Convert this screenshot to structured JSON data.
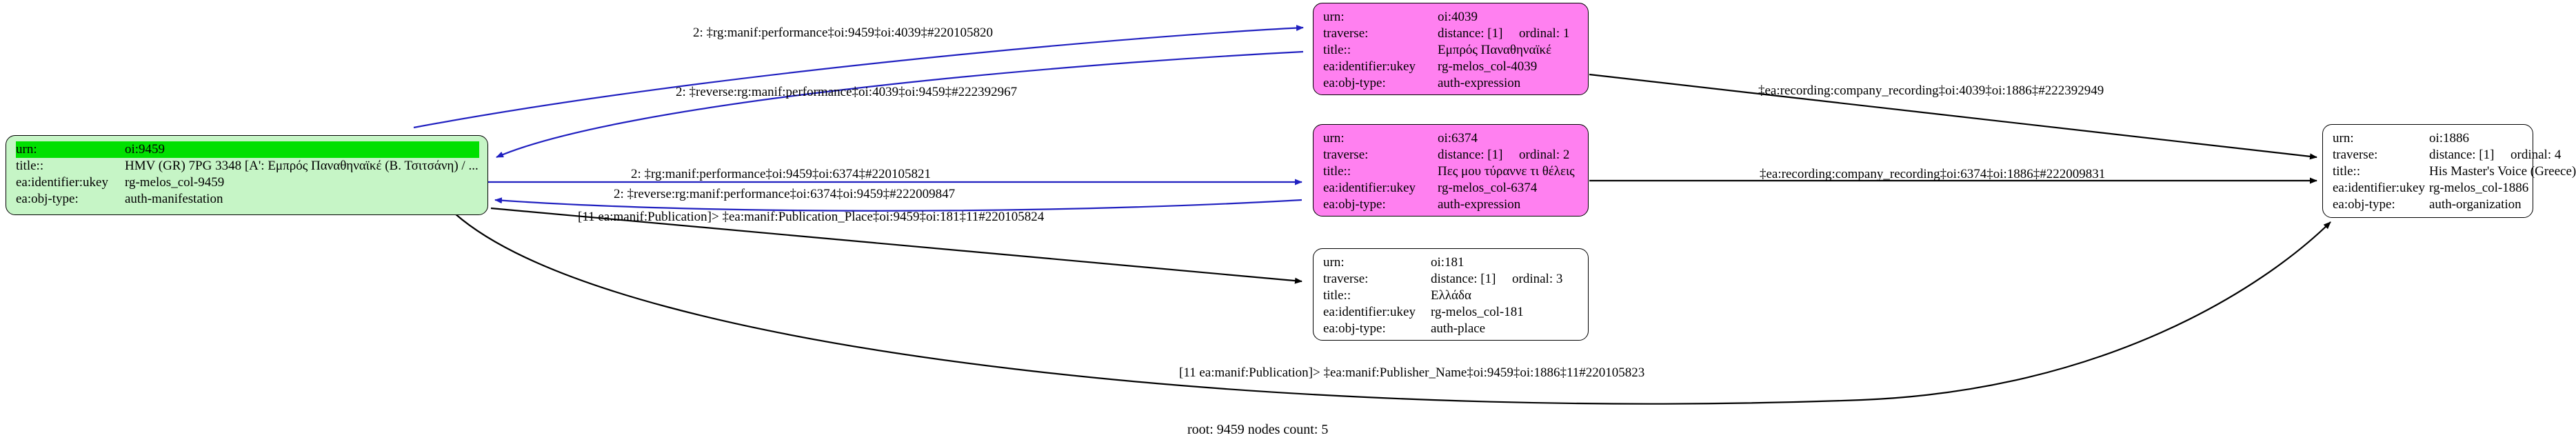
{
  "graph": {
    "root_caption": "root: 9459 nodes count: 5",
    "colors": {
      "edge_blue": "#2020c0",
      "edge_black": "#000000",
      "node_green_fill": "#c6f5c6",
      "node_green_highlight": "#00e000",
      "node_magenta_fill": "#ff80f0",
      "node_white_fill": "#ffffff",
      "border": "#000000"
    }
  },
  "nodes": {
    "manifestation": {
      "fields": [
        {
          "key": "urn:",
          "value": "oi:9459",
          "highlight": true
        },
        {
          "key": "title::",
          "value": "HMV (GR) 7PG 3348 [A': Εμπρός Παναθηναϊκέ (Β. Τσιτσάνη) / ..."
        },
        {
          "key": "ea:identifier:ukey",
          "value": "rg-melos_col-9459"
        },
        {
          "key": "ea:obj-type:",
          "value": "auth-manifestation"
        }
      ]
    },
    "expression_4039": {
      "fields": [
        {
          "key": "urn:",
          "value": "oi:4039"
        },
        {
          "key": "traverse:",
          "value": "distance: [1]",
          "value2": "ordinal: 1"
        },
        {
          "key": "title::",
          "value": "Εμπρός Παναθηναϊκέ"
        },
        {
          "key": "ea:identifier:ukey",
          "value": "rg-melos_col-4039"
        },
        {
          "key": "ea:obj-type:",
          "value": "auth-expression"
        }
      ]
    },
    "expression_6374": {
      "fields": [
        {
          "key": "urn:",
          "value": "oi:6374"
        },
        {
          "key": "traverse:",
          "value": "distance: [1]",
          "value2": "ordinal: 2"
        },
        {
          "key": "title::",
          "value": "Πες μου τύραννε τι θέλεις"
        },
        {
          "key": "ea:identifier:ukey",
          "value": "rg-melos_col-6374"
        },
        {
          "key": "ea:obj-type:",
          "value": "auth-expression"
        }
      ]
    },
    "place_181": {
      "fields": [
        {
          "key": "urn:",
          "value": "oi:181"
        },
        {
          "key": "traverse:",
          "value": "distance: [1]",
          "value2": "ordinal: 3"
        },
        {
          "key": "title::",
          "value": "Ελλάδα"
        },
        {
          "key": "ea:identifier:ukey",
          "value": "rg-melos_col-181"
        },
        {
          "key": "ea:obj-type:",
          "value": "auth-place"
        }
      ]
    },
    "organization_1886": {
      "fields": [
        {
          "key": "urn:",
          "value": "oi:1886"
        },
        {
          "key": "traverse:",
          "value": "distance: [1]",
          "value2": "ordinal: 4"
        },
        {
          "key": "title::",
          "value": "His Master's Voice (Greece)"
        },
        {
          "key": "ea:identifier:ukey",
          "value": "rg-melos_col-1886"
        },
        {
          "key": "ea:obj-type:",
          "value": "auth-organization"
        }
      ]
    }
  },
  "edge_labels": {
    "perf_9459_4039": "2: ‡rg:manif:performance‡oi:9459‡oi:4039‡#220105820",
    "rev_perf_4039_9459": "2: ‡reverse:rg:manif:performance‡oi:4039‡oi:9459‡#222392967",
    "perf_9459_6374": "2: ‡rg:manif:performance‡oi:9459‡oi:6374‡#220105821",
    "rev_perf_6374_9459": "2: ‡reverse:rg:manif:performance‡oi:6374‡oi:9459‡#222009847",
    "pub_place_9459_181": "[11 ea:manif:Publication]> ‡ea:manif:Publication_Place‡oi:9459‡oi:181‡11#220105824",
    "company_rec_4039_1886": "‡ea:recording:company_recording‡oi:4039‡oi:1886‡#222392949",
    "company_rec_6374_1886": "‡ea:recording:company_recording‡oi:6374‡oi:1886‡#222009831",
    "publisher_name_9459_1886": "[11 ea:manif:Publication]> ‡ea:manif:Publisher_Name‡oi:9459‡oi:1886‡11#220105823"
  }
}
